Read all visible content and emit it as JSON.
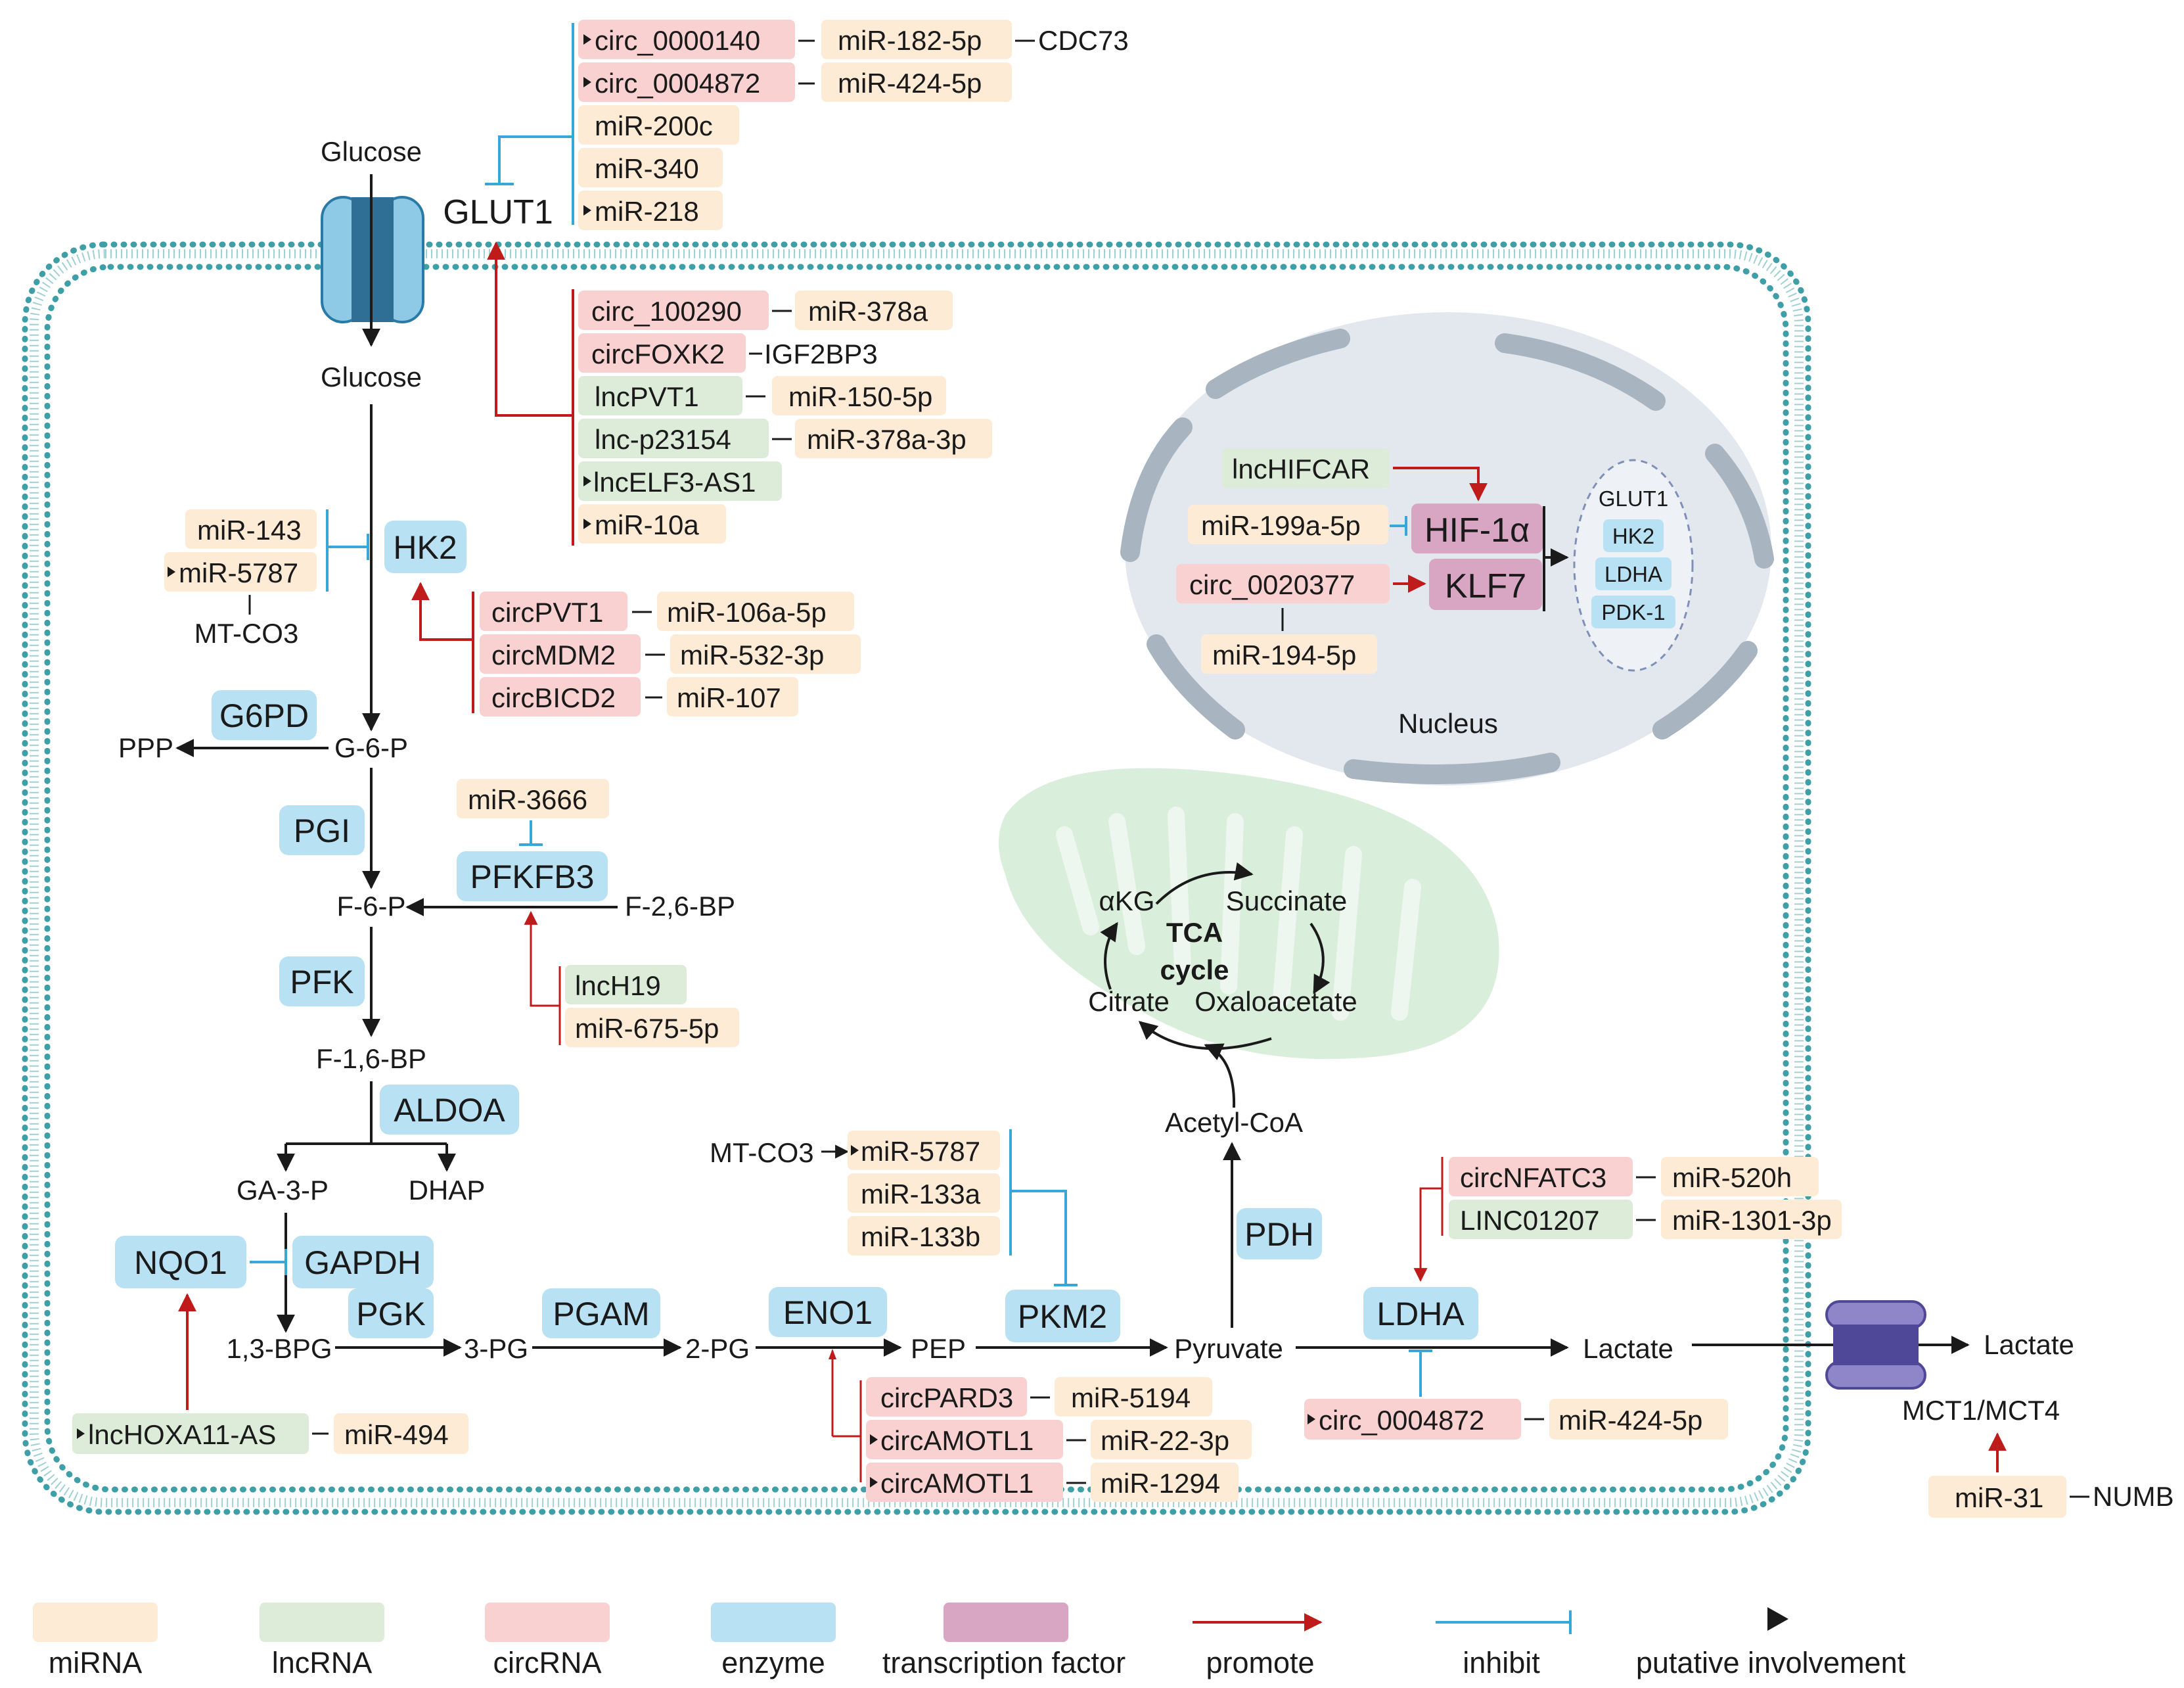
{
  "colors": {
    "mirna": "#fdebd6",
    "lncrna": "#dcecd9",
    "circrna": "#f9d1d1",
    "enzyme": "#b9e1f4",
    "tf": "#d8a6c3",
    "promote": "#c01b1b",
    "inhibit": "#38a6d6",
    "membrane": "#3f9fa6",
    "nucleus": "#e3e8ef",
    "mito": "#d9eedb",
    "transporter_glut": "#8ec9e5",
    "transporter_mct": "#8e86c8"
  },
  "metabolites": {
    "glucose_out": "Glucose",
    "glucose_in": "Glucose",
    "g6p": "G-6-P",
    "ppp": "PPP",
    "f6p": "F-6-P",
    "f26bp": "F-2,6-BP",
    "f16bp": "F-1,6-BP",
    "ga3p": "GA-3-P",
    "dhap": "DHAP",
    "bpg13": "1,3-BPG",
    "pg3": "3-PG",
    "pg2": "2-PG",
    "pep": "PEP",
    "pyruvate": "Pyruvate",
    "lactate_in": "Lactate",
    "lactate_out": "Lactate",
    "acetyl_coa": "Acetyl-CoA",
    "akg": "αKG",
    "succinate": "Succinate",
    "citrate": "Citrate",
    "oxaloacetate": "Oxaloacetate",
    "tca_line1": "TCA",
    "tca_line2": "cycle",
    "nucleus": "Nucleus"
  },
  "transporters": {
    "glut1": "GLUT1",
    "mct": "MCT1/MCT4"
  },
  "enzymes": {
    "hk2": "HK2",
    "g6pd": "G6PD",
    "pgi": "PGI",
    "pfkfb3": "PFKFB3",
    "pfk": "PFK",
    "aldoa": "ALDOA",
    "nqo1": "NQO1",
    "gapdh": "GAPDH",
    "pgk": "PGK",
    "pgam": "PGAM",
    "eno1": "ENO1",
    "pkm2": "PKM2",
    "pdh": "PDH",
    "ldha": "LDHA"
  },
  "glut1_inhibitors": {
    "r1a": "circ_0000140",
    "r1b": "miR-182-5p",
    "r1c": "CDC73",
    "r2a": "circ_0004872",
    "r2b": "miR-424-5p",
    "r3": "miR-200c",
    "r4": "miR-340",
    "r5": "miR-218"
  },
  "glut1_promoters": {
    "r1a": "circ_100290",
    "r1b": "miR-378a",
    "r2a": "circFOXK2",
    "r2b": "IGF2BP3",
    "r3a": "lncPVT1",
    "r3b": "miR-150-5p",
    "r4a": "lnc-p23154",
    "r4b": "miR-378a-3p",
    "r5": "lncELF3-AS1",
    "r6": "miR-10a"
  },
  "hk2_regulators": {
    "mir143": "miR-143",
    "mir5787": "miR-5787",
    "mtco3": "MT-CO3",
    "circpvt1": "circPVT1",
    "mir106a": "miR-106a-5p",
    "circmdm2": "circMDM2",
    "mir532": "miR-532-3p",
    "circbicd2": "circBICD2",
    "mir107": "miR-107"
  },
  "pfkfb3_regulators": {
    "mir3666": "miR-3666",
    "lnch19": "lncH19",
    "mir675": "miR-675-5p"
  },
  "nqo1_regulators": {
    "lnchoxa11": "lncHOXA11-AS",
    "mir494": "miR-494"
  },
  "pkm2_regulators": {
    "mtco3": "MT-CO3",
    "mir5787": "miR-5787",
    "mir133a": "miR-133a",
    "mir133b": "miR-133b"
  },
  "eno1_regulators": {
    "circpard3": "circPARD3",
    "mir5194": "miR-5194",
    "circamotl1a": "circAMOTL1",
    "mir22": "miR-22-3p",
    "circamotl1b": "circAMOTL1",
    "mir1294": "miR-1294"
  },
  "ldha_regulators": {
    "circnfatc3": "circNFATC3",
    "mir520h": "miR-520h",
    "linc01207": "LINC01207",
    "mir1301": "miR-1301-3p",
    "circ0004872": "circ_0004872",
    "mir424": "miR-424-5p"
  },
  "mct_regulators": {
    "mir31": "miR-31",
    "numb": "NUMB"
  },
  "nucleus_regulators": {
    "lnchifcar": "lncHIFCAR",
    "mir199a": "miR-199a-5p",
    "hif1a": "HIF-1α",
    "circ0020377": "circ_0020377",
    "klf7": "KLF7",
    "mir194": "miR-194-5p",
    "targets": [
      "GLUT1",
      "HK2",
      "LDHA",
      "PDK-1"
    ]
  },
  "legend": {
    "mirna": "miRNA",
    "lncrna": "lncRNA",
    "circrna": "circRNA",
    "enzyme": "enzyme",
    "tf": "transcription factor",
    "promote": "promote",
    "inhibit": "inhibit",
    "putative": "putative involvement"
  }
}
